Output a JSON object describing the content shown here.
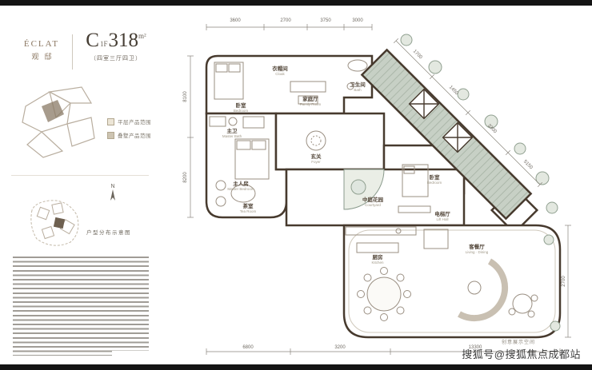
{
  "meta": {
    "watermark": "搜狐号@搜狐焦点成都站"
  },
  "colors": {
    "wall": "#473a2e",
    "hatch": "#c7d0c5",
    "brand": "#8a7660"
  },
  "sidebar": {
    "brand": {
      "name": "ÉCLAT",
      "cn": "观邸"
    },
    "unit": {
      "code": "C",
      "floor": "1F",
      "area": "318",
      "area_unit": "m²",
      "subtitle": "（四室三厅四卫）"
    },
    "legend": [
      {
        "label": "平层产品范围"
      },
      {
        "label": "叠墅产品范围"
      }
    ],
    "north_label": "N",
    "keyplan_caption": "户型分布示意图"
  },
  "plan": {
    "note": "创意展示空间",
    "rooms": [
      {
        "cn": "卧室",
        "en": "Bedroom"
      },
      {
        "cn": "衣帽间",
        "en": "Cloak"
      },
      {
        "cn": "卫生间",
        "en": "Bath"
      },
      {
        "cn": "家庭厅",
        "en": "Family Room"
      },
      {
        "cn": "主卫",
        "en": "Master Bath"
      },
      {
        "cn": "主人房",
        "en": "Master Bedroom"
      },
      {
        "cn": "玄关",
        "en": "Foyer"
      },
      {
        "cn": "中庭花园",
        "en": "Courtyard"
      },
      {
        "cn": "卧室",
        "en": "Bedroom"
      },
      {
        "cn": "电梯厅",
        "en": "Lift Hall"
      },
      {
        "cn": "厨房",
        "en": "Kitchen"
      },
      {
        "cn": "客餐厅",
        "en": "Living · Dining"
      },
      {
        "cn": "茶室",
        "en": "Tea Room"
      }
    ],
    "dims": {
      "top": [
        "3600",
        "2700",
        "3750",
        "3000"
      ],
      "diagonal": [
        "1700",
        "1450",
        "3300",
        "5150"
      ],
      "left": [
        "8100",
        "8200"
      ],
      "bottom": [
        "6800",
        "3200",
        "13300"
      ],
      "right": [
        "2700"
      ]
    }
  }
}
